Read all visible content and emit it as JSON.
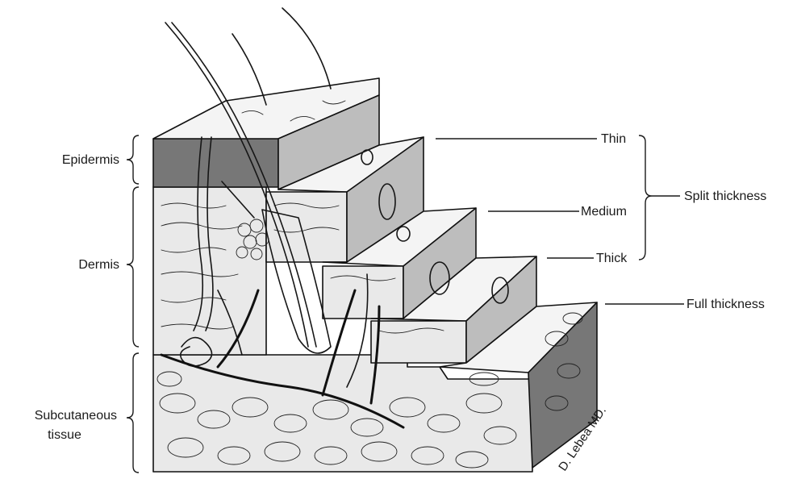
{
  "labels": {
    "epidermis": "Epidermis",
    "dermis": "Dermis",
    "subcutaneous_line1": "Subcutaneous",
    "subcutaneous_line2": "tissue",
    "thin": "Thin",
    "medium": "Medium",
    "thick": "Thick",
    "split_thickness": "Split thickness",
    "full_thickness": "Full thickness"
  },
  "signature": "D. Lebea MD."
}
